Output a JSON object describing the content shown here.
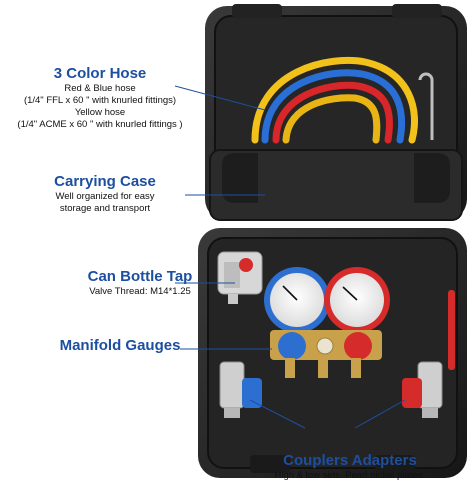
{
  "callouts": {
    "hose": {
      "title": "3 Color Hose",
      "lines": [
        "Red & Blue hose",
        "(1/4\" FFL x 60 \" with knurled fittings)",
        "Yellow hose",
        "(1/4\" ACME x 60 \" with knurled fittings )"
      ]
    },
    "case": {
      "title": "Carrying Case",
      "lines": [
        "Well organized for easy",
        "storage and transport"
      ]
    },
    "tap": {
      "title": "Can Bottle Tap",
      "lines": [
        "Valve Thread: M14*1.25"
      ]
    },
    "gauges": {
      "title": "Manifold Gauges"
    },
    "couplers": {
      "title": "Couplers Adapters",
      "lines": [
        "High & low sets. Pearl nickel plated."
      ]
    }
  },
  "colors": {
    "title_blue": "#1d4fa0",
    "case_dark": "#1b1b1b",
    "case_mid": "#2e2e2e",
    "hose_red": "#d8262a",
    "hose_blue": "#2a6fd6",
    "hose_yellow": "#f2c21a",
    "gauge_blue": "#2d6fd0",
    "gauge_red": "#d62b2b"
  }
}
